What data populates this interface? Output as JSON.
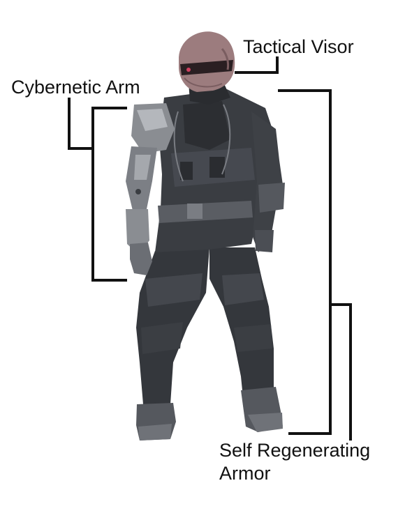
{
  "labels": {
    "tactical_visor": "Tactical Visor",
    "cybernetic_arm": "Cybernetic Arm",
    "armor_line1": "Self Regenerating",
    "armor_line2": "Armor"
  },
  "colors": {
    "background": "#ffffff",
    "bracket": "#111111",
    "helmet": "#9c7c7e",
    "helmet_dark": "#7a5d60",
    "visor_band": "#2a1f22",
    "visor_light": "#d04060",
    "armor_dark": "#2e3034",
    "armor_mid": "#4a4d52",
    "armor_light": "#6b6e74",
    "arm_metal": "#8a8d92",
    "arm_metal_light": "#b4b7bc"
  }
}
